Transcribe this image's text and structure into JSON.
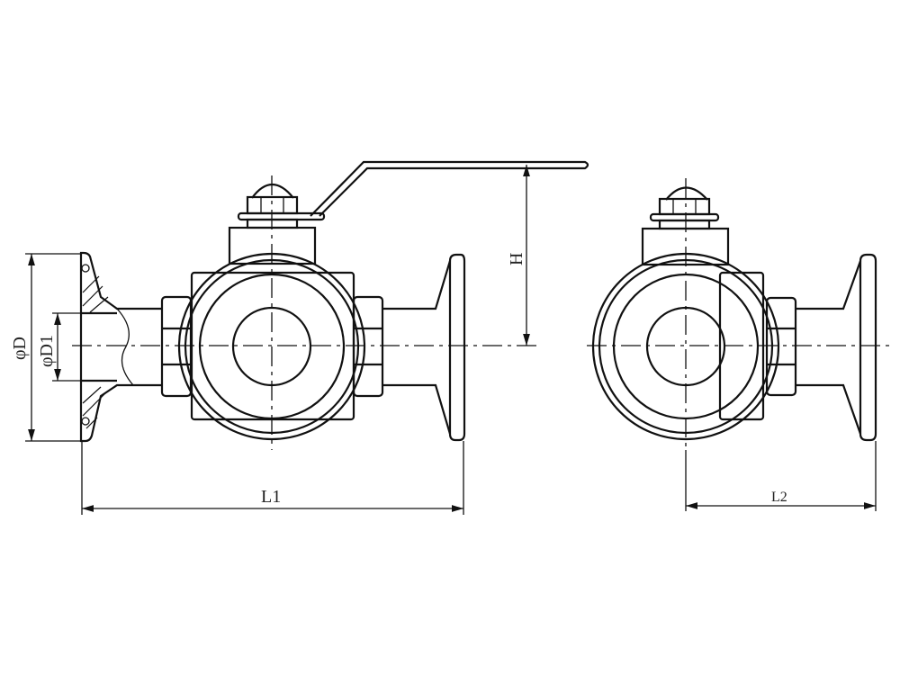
{
  "labels": {
    "outer_diameter": "φD",
    "inner_diameter": "φD1",
    "length_1": "L1",
    "length_2": "L2",
    "height": "H"
  },
  "colors": {
    "line": "#111111",
    "background": "#ffffff"
  }
}
